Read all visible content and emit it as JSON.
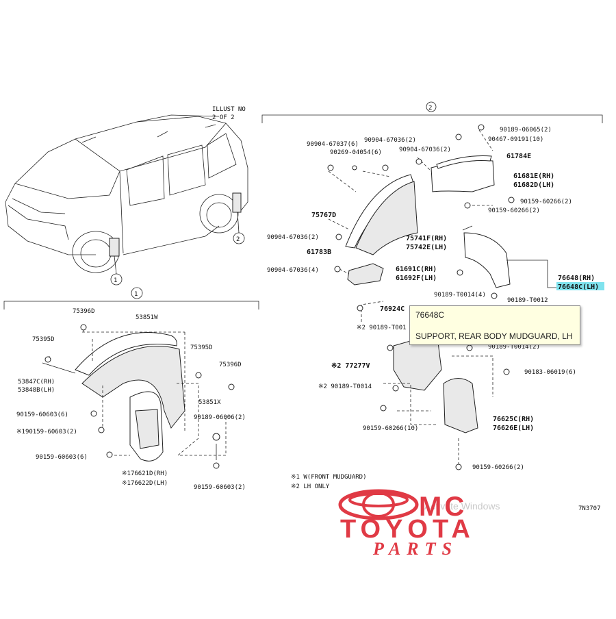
{
  "diagram": {
    "illust_no": "ILLUST NO",
    "illust_page": "2 OF 2",
    "circle_1": "1",
    "circle_2": "2",
    "section_2_label": "2",
    "section_1_label": "1",
    "illust_code": "7N3707",
    "notes": [
      "※1 W(FRONT MUDGUARD)",
      "※2 LH ONLY"
    ]
  },
  "front_section_parts": [
    "75396D",
    "53851W",
    "75395D",
    "75395D",
    "75396D",
    "53847C(RH)",
    "53848B(LH)",
    "53851X",
    "90159-60603(6)",
    "※190159-60603(2)",
    "90189-06006(2)",
    "90159-60603(6)",
    "※176621D(RH)",
    "※176622D(LH)",
    "90159-60603(2)"
  ],
  "rear_section_parts": [
    "90189-06065(2)",
    "90467-09191(10)",
    "90904-67037(6)",
    "90904-67036(2)",
    "90269-04054(6)",
    "90904-67036(2)",
    "61784E",
    "61681E(RH)",
    "61682D(LH)",
    "90159-60266(2)",
    "90159-60266(2)",
    "75767D",
    "75741F(RH)",
    "75742E(LH)",
    "90904-67036(2)",
    "61783B",
    "61691C(RH)",
    "61692F(LH)",
    "90904-67036(4)",
    "76648(RH)",
    "76648C(LH)",
    "90189-T0014(4)",
    "90189-T0012",
    "76924C",
    "※2 90189-T001",
    "90189-T0014(2)",
    "※2 77277V",
    "90183-06019(6)",
    "※2 90189-T0014",
    "76625C(RH)",
    "76626E(LH)",
    "90159-60266(10)",
    "90159-60266(2)"
  ],
  "tooltip": {
    "part_number": "76648C",
    "description": "SUPPORT, REAR BODY MUDGUARD, LH"
  },
  "watermark": "Activate Windows",
  "brand": {
    "line1": "MC",
    "line2": "TOYOTA",
    "line3": "PARTS",
    "color": "#e03a45",
    "highlight_color": "#7fe3ee"
  }
}
